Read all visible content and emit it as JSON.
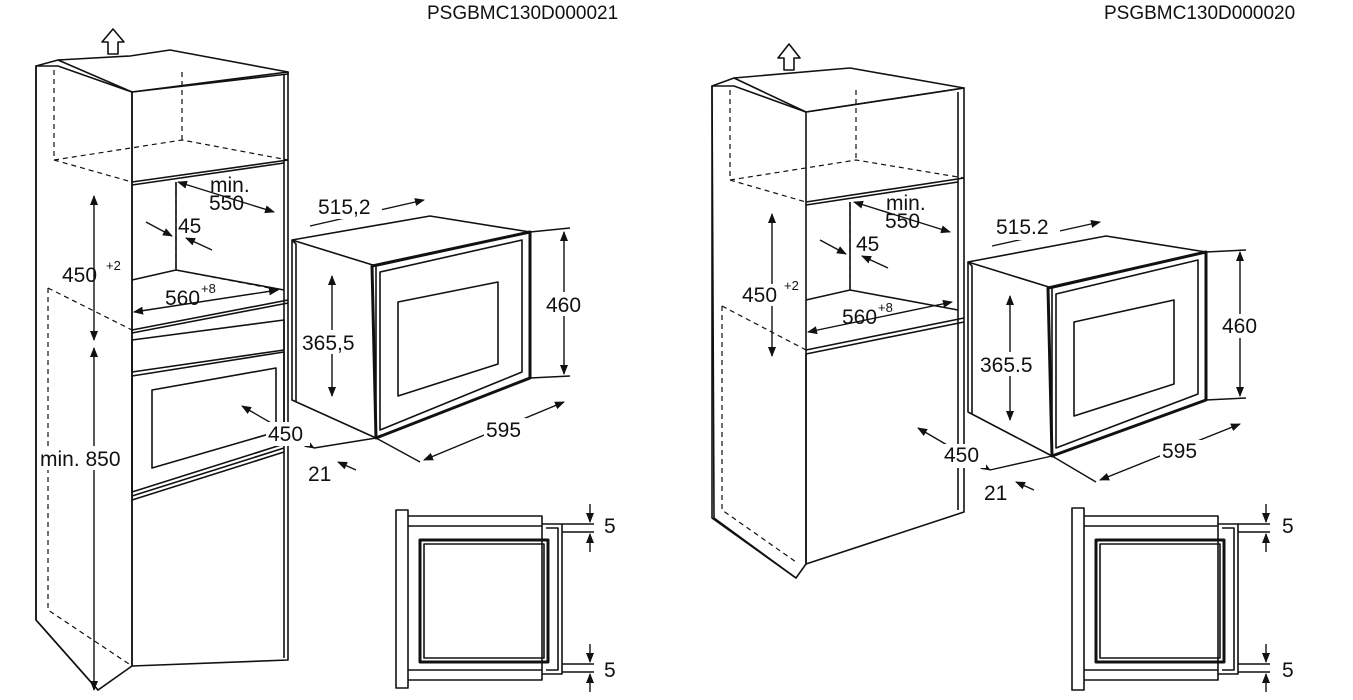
{
  "diagrams": [
    {
      "reference": "PSGBMC130D000021",
      "dimensions": {
        "min_label": "min.",
        "min_depth": "550",
        "gap": "45",
        "niche_height": "450",
        "niche_height_tol": "+2",
        "niche_width": "560",
        "niche_width_tol": "+8",
        "min_height": "min. 850",
        "depth": "515,2",
        "body_height": "365,5",
        "front_height": "460",
        "width": "595",
        "body_width": "450",
        "front_depth": "21",
        "clearance_top": "5",
        "clearance_bottom": "5"
      }
    },
    {
      "reference": "PSGBMC130D000020",
      "dimensions": {
        "min_label": "min.",
        "min_depth": "550",
        "gap": "45",
        "niche_height": "450",
        "niche_height_tol": "+2",
        "niche_width": "560",
        "niche_width_tol": "+8",
        "depth": "515.2",
        "body_height": "365.5",
        "front_height": "460",
        "width": "595",
        "body_width": "450",
        "front_depth": "21",
        "clearance_top": "5",
        "clearance_bottom": "5"
      }
    }
  ],
  "icons": {
    "up_arrow": "arrow-up-outline-icon"
  }
}
